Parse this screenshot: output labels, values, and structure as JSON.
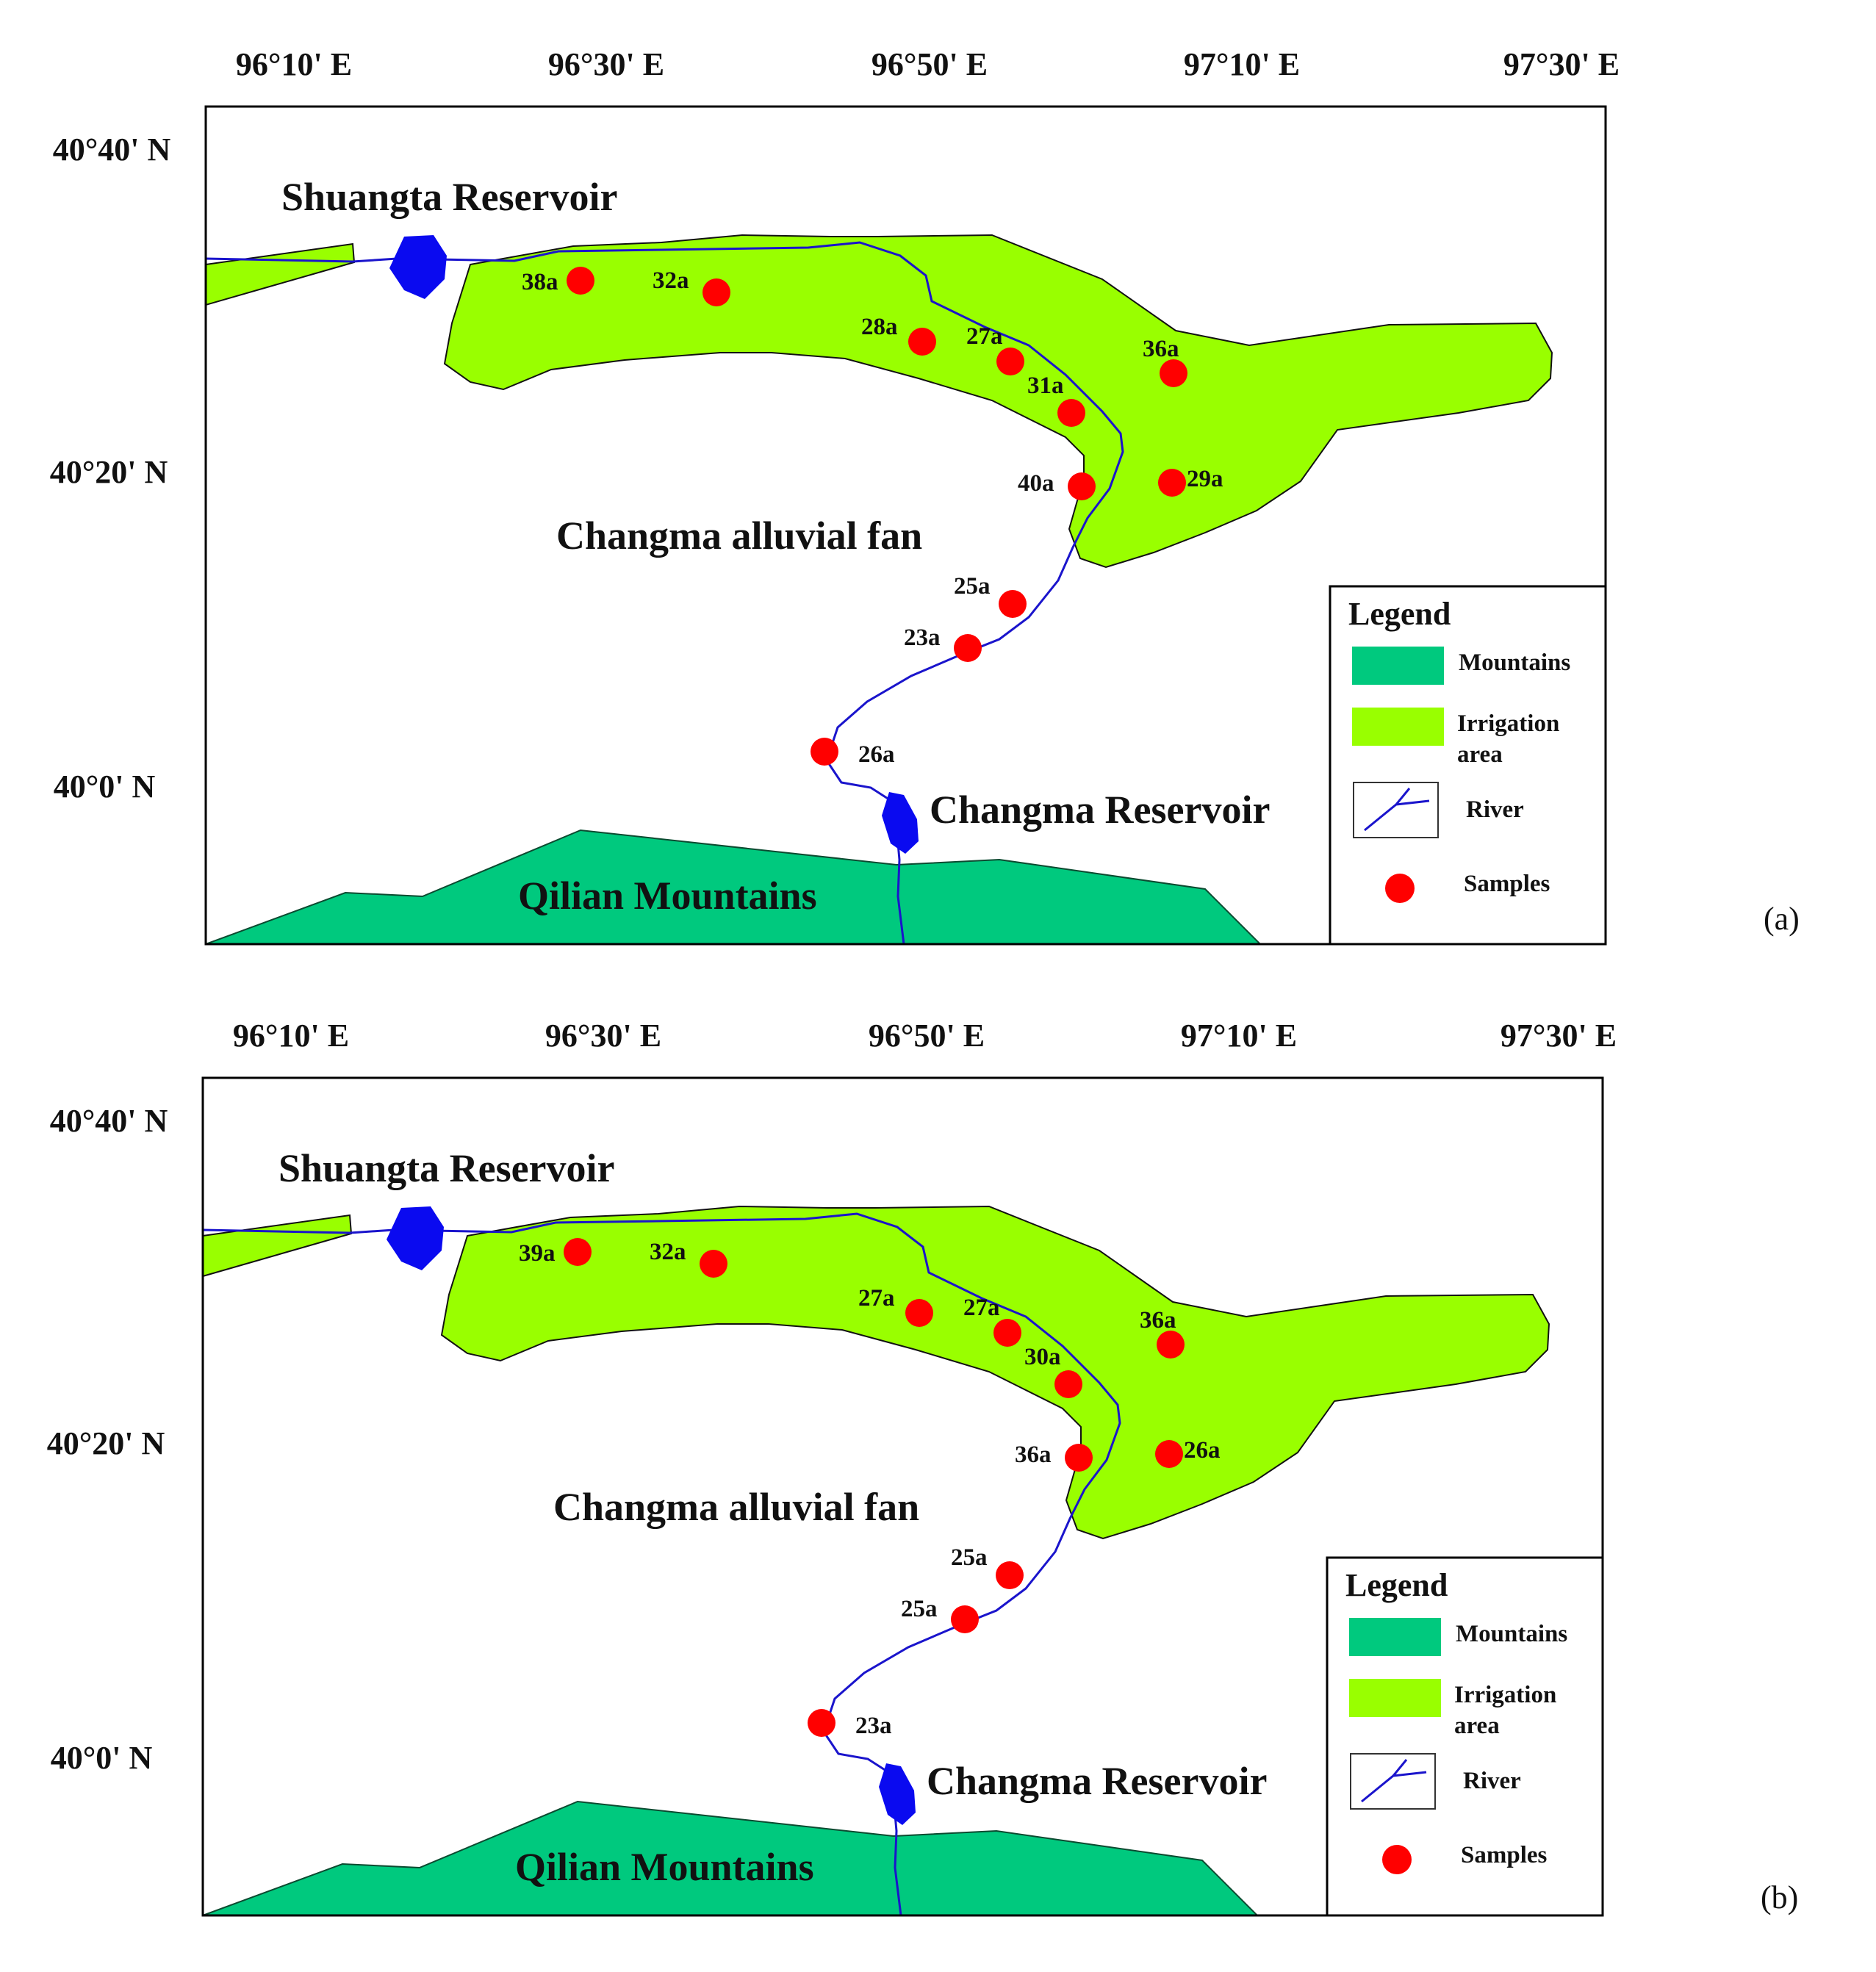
{
  "longitude_labels": [
    "96°10' E",
    "96°30' E",
    "96°50' E",
    "97°10' E",
    "97°30' E"
  ],
  "latitude_labels": [
    "40°40' N",
    "40°20' N",
    "40°0' N"
  ],
  "colors": {
    "mountains": "#00c97e",
    "irrigation": "#99ff00",
    "river": "#1a14cc",
    "reservoir": "#0a0af0",
    "sample": "#ff0000"
  },
  "panels": [
    {
      "panel_label": "(a)",
      "places": {
        "shuangta": "Shuangta Reservoir",
        "fan": "Changma alluvial fan",
        "changma": "Changma Reservoir",
        "qilian": "Qilian Mountains"
      },
      "legend": {
        "title": "Legend",
        "mountains": "Mountains",
        "irrigation_line1": "Irrigation",
        "irrigation_line2": "area",
        "river": "River",
        "samples": "Samples"
      },
      "samples": [
        "38a",
        "32a",
        "28a",
        "27a",
        "31a",
        "36a",
        "40a",
        "29a",
        "25a",
        "23a",
        "26a"
      ]
    },
    {
      "panel_label": "(b)",
      "places": {
        "shuangta": "Shuangta Reservoir",
        "fan": "Changma alluvial fan",
        "changma": "Changma Reservoir",
        "qilian": "Qilian Mountains"
      },
      "legend": {
        "title": "Legend",
        "mountains": "Mountains",
        "irrigation_line1": "Irrigation",
        "irrigation_line2": "area",
        "river": "River",
        "samples": "Samples"
      },
      "samples": [
        "39a",
        "32a",
        "27a",
        "27a",
        "30a",
        "36a",
        "36a",
        "26a",
        "25a",
        "25a",
        "23a"
      ]
    }
  ]
}
